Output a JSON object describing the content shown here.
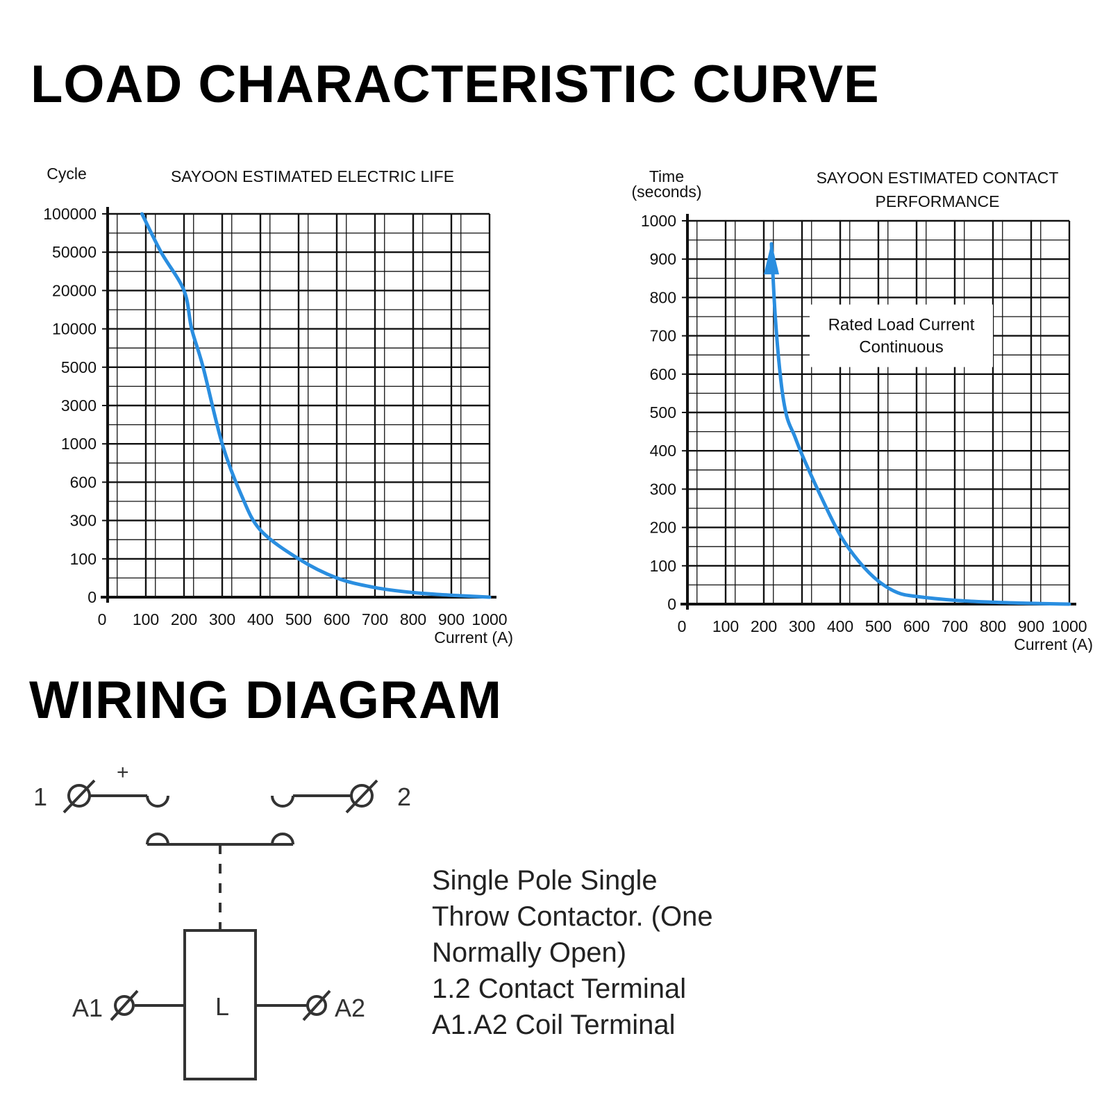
{
  "headings": {
    "load_curve": "LOAD CHARACTERISTIC CURVE",
    "wiring": "WIRING DIAGRAM"
  },
  "colors": {
    "curve": "#2a8ee0",
    "grid": "#111111",
    "text": "#111111"
  },
  "chart_data": [
    {
      "type": "line",
      "title": "SAYOON ESTIMATED ELECTRIC LIFE",
      "xlabel": "Current (A)",
      "ylabel": "Cycle",
      "x_ticks": [
        "0",
        "100",
        "200",
        "300",
        "400",
        "500",
        "600",
        "700",
        "800",
        "900",
        "1000"
      ],
      "y_ticks": [
        "0",
        "100",
        "300",
        "600",
        "1000",
        "3000",
        "5000",
        "10000",
        "20000",
        "50000",
        "100000"
      ],
      "xlim": [
        0,
        1000
      ],
      "y_scale": "categorical tick levels (non-linear)",
      "grid": true,
      "series": [
        {
          "x": [
            90,
            140,
            200,
            220,
            250,
            300,
            350,
            400,
            500,
            600,
            700,
            800,
            900,
            1000
          ],
          "y": [
            100000,
            50000,
            20000,
            10000,
            5000,
            1000,
            500,
            250,
            100,
            50,
            25,
            12,
            5,
            0
          ]
        }
      ]
    },
    {
      "type": "line",
      "title": "SAYOON ESTIMATED CONTACT PERFORMANCE",
      "title_lines": [
        "SAYOON ESTIMATED CONTACT",
        "PERFORMANCE"
      ],
      "xlabel": "Current (A)",
      "ylabel": "Time (seconds)",
      "ylabel_lines": [
        "Time",
        "(seconds)"
      ],
      "x_ticks": [
        "0",
        "100",
        "200",
        "300",
        "400",
        "500",
        "600",
        "700",
        "800",
        "900",
        "1000"
      ],
      "y_ticks": [
        "0",
        "100",
        "200",
        "300",
        "400",
        "500",
        "600",
        "700",
        "800",
        "900",
        "1000"
      ],
      "xlim": [
        0,
        1000
      ],
      "ylim": [
        0,
        1000
      ],
      "grid": true,
      "annotations": [
        {
          "text_lines": [
            "Rated Load Current",
            "Continuous"
          ],
          "x": 560,
          "y": 700
        }
      ],
      "series": [
        {
          "x": [
            220,
            230,
            245,
            260,
            280,
            300,
            350,
            400,
            450,
            500,
            550,
            600,
            700,
            800,
            900,
            1000
          ],
          "y": [
            940,
            750,
            580,
            490,
            440,
            390,
            280,
            180,
            110,
            60,
            30,
            20,
            10,
            5,
            2,
            0
          ]
        }
      ]
    }
  ],
  "wiring": {
    "terminal_1": "1",
    "terminal_2": "2",
    "plus": "+",
    "coil_left": "A1",
    "coil_right": "A2",
    "coil_label": "L",
    "description": [
      "Single Pole Single",
      "Throw Contactor. (One",
      "Normally Open)",
      "1.2 Contact Terminal",
      "A1.A2 Coil Terminal"
    ]
  }
}
